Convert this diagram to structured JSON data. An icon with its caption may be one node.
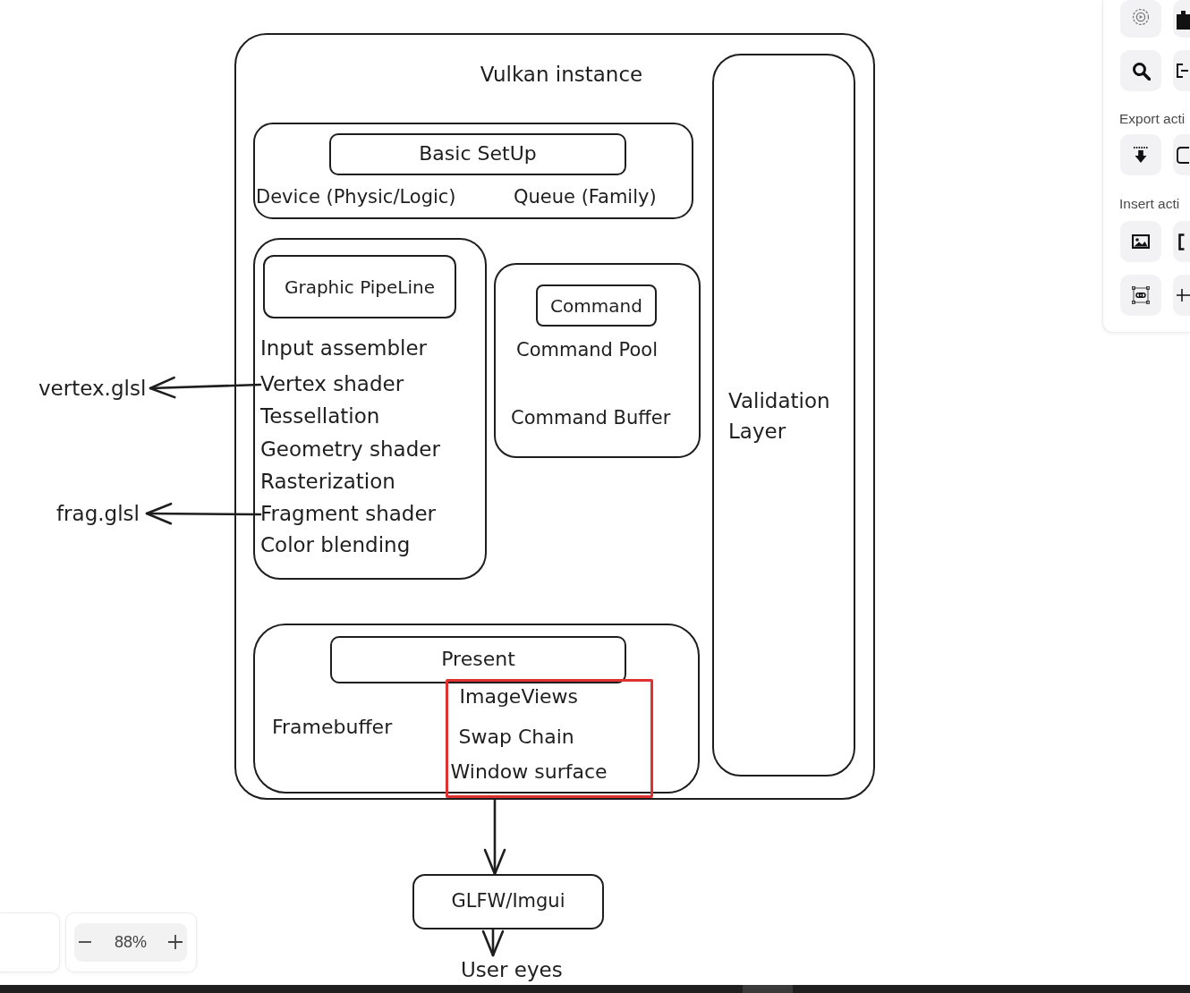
{
  "diagram": {
    "nodes": [
      {
        "text": [
          "Vulkan instance"
        ]
      },
      {
        "text": [
          "Device (Physic/Logic)",
          "Queue (Family)"
        ],
        "in": 0
      },
      {
        "text": [
          "Basic SetUp"
        ],
        "in": 1
      },
      {
        "text": [],
        "shape": "box",
        "in": 0
      },
      {
        "text": [
          "Graphic PipeLine"
        ],
        "in": 3
      },
      {
        "text": [
          "Input assembler"
        ],
        "in": 3
      },
      {
        "text": [
          "Vertex shader"
        ],
        "in": 3
      },
      {
        "text": [
          "Tessellation"
        ],
        "in": 3
      },
      {
        "text": [
          "Geometry shader"
        ],
        "in": 3
      },
      {
        "text": [
          "Rasterization"
        ],
        "in": 3
      },
      {
        "text": [
          "Fragment shader"
        ],
        "in": 3
      },
      {
        "text": [
          "Color blending"
        ],
        "in": 3
      },
      {
        "text": [
          "Command Pool",
          "Command Buffer"
        ],
        "in": 0
      },
      {
        "text": [
          "Command"
        ],
        "in": 12
      },
      {
        "text": [
          "Validation Layer"
        ],
        "in": 0
      },
      {
        "text": [
          "Framebuffer"
        ],
        "in": 0
      },
      {
        "text": [
          "Present"
        ],
        "in": 15
      },
      {
        "text": [
          "ImageViews",
          "Swap Chain",
          "Window surface"
        ],
        "in": 15
      },
      {
        "text": [
          "vertex.glsl"
        ]
      },
      {
        "text": [
          "frag.glsl"
        ]
      },
      {
        "text": [
          "GLFW/Imgui"
        ]
      },
      {
        "text": [
          "User eyes"
        ]
      }
    ],
    "edges": [
      {
        "from": 6,
        "to": 18,
        "arrow": "to"
      },
      {
        "from": 10,
        "to": 19,
        "arrow": "to"
      },
      {
        "from": 17,
        "to": 20,
        "arrow": "to"
      },
      {
        "from": 20,
        "to": 21,
        "arrow": "to"
      }
    ],
    "labels": [
      "Export acti",
      "Insert acti",
      "88%"
    ]
  }
}
